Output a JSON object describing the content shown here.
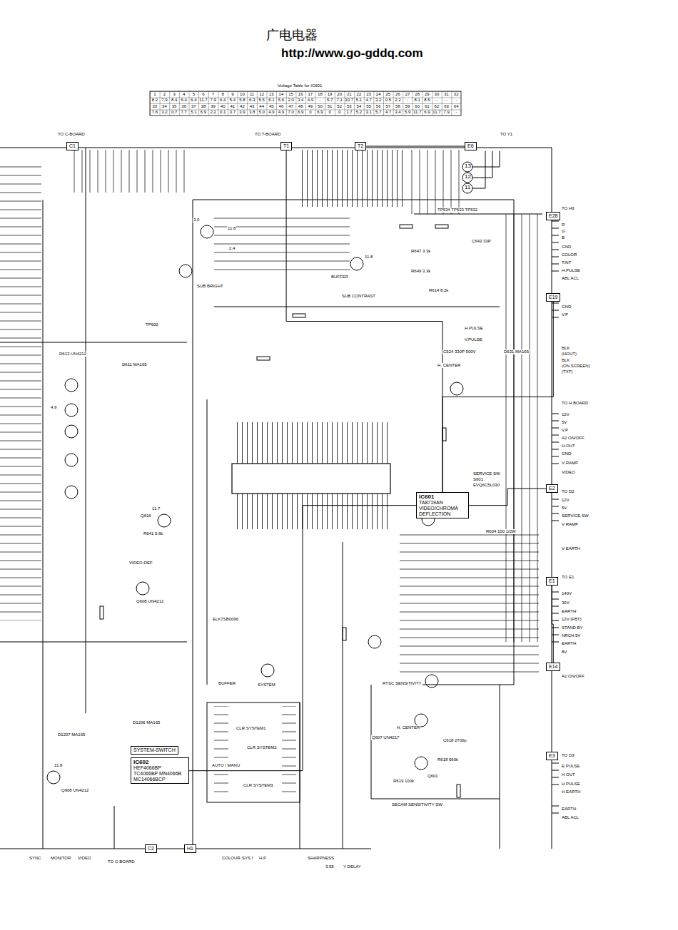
{
  "diagram": {
    "nodes": [
      {
        "text": [
          "IC601",
          "TA8719AN",
          "VIDEO/CHROMA DEFLECTION"
        ]
      },
      {
        "text": [
          "SYSTEM-SWITCH"
        ]
      },
      {
        "text": [
          "IC602",
          "HEF4066BP TC4066BP MN4066B MC14066BCP"
        ]
      },
      {
        "text": [
          "C1"
        ]
      },
      {
        "text": [
          "T1"
        ]
      },
      {
        "text": [
          "T2"
        ]
      },
      {
        "text": [
          "E6"
        ]
      },
      {
        "text": [
          "E28"
        ]
      },
      {
        "text": [
          "E19"
        ]
      },
      {
        "text": [
          "E2"
        ]
      },
      {
        "text": [
          "E1"
        ]
      },
      {
        "text": [
          "E14"
        ]
      },
      {
        "text": [
          "E3"
        ]
      },
      {
        "text": [
          "C2"
        ]
      },
      {
        "text": [
          "H1"
        ]
      }
    ],
    "edges": [
      {
        "from": 0,
        "to": 9,
        "arrow": "none"
      },
      {
        "from": 0,
        "to": 8,
        "arrow": "none"
      },
      {
        "from": 2,
        "to": 0,
        "arrow": "none"
      },
      {
        "from": 4,
        "to": 0,
        "arrow": "none"
      },
      {
        "from": 10,
        "to": 11,
        "arrow": "none"
      },
      {
        "from": 5,
        "to": 6,
        "arrow": "none"
      }
    ],
    "labels": [
      "广电电器",
      "http://www.go-gddq.com",
      "Voltage Table for IC601",
      "TO C-BOARD",
      "TO T-BOARD",
      "TO Y1",
      "13",
      "12",
      "11",
      "TO H3",
      "R",
      "G",
      "B",
      "GND",
      "COLOR",
      "TINT",
      "H.PULSE",
      "ABL ACL",
      "GND",
      "V.P",
      "BLK",
      "(HOUT)",
      "BLK",
      "(ON SCREEN)",
      "(TXT)",
      "TO H BOARD",
      "12V",
      "5V",
      "V.P",
      "A2 ON/OFF",
      "H.OUT",
      "GND",
      "V RAMP",
      "VIDEO",
      "TO D2",
      "12V",
      "5V",
      "SERVICE SW",
      "V RAMP",
      "V EARTH",
      "TO E1",
      "140V",
      "30V",
      "EARTH",
      "12V (FBT)",
      "STAND BY",
      "NRCH 5V",
      "EARTH",
      "8V",
      "A2 ON/OFF",
      "TO D3",
      "E PULSE",
      "H OUT",
      "H PULSE",
      "H EARTH",
      "EARTH",
      "ABL ACL",
      "SUB BRIGHT",
      "SUB CONTRAST",
      "H.PULSE",
      "V.PULSE",
      "BUFFER",
      "SERVICE SW",
      "S601",
      "EVQ6C5L030",
      "H. CENTER",
      "RTSC SENSITIVITY",
      "H. CENTER",
      "SECAM SENSITIVITY SW",
      "VIDEO-DEF",
      "BUFFER",
      "SYSTEM",
      "CLR SYSTEM1",
      "CLR SYSTEM2",
      "CLR SYSTEM3",
      "AUTO / MANU",
      "Q607 UN4217",
      "Q601",
      "R619 100k",
      "R618 560k",
      "C618 2700p",
      "R614 8.2k",
      "C524 330P 500V",
      "D631 MA165",
      "TP534 TP533 TP532",
      "R647 3.3k",
      "R649 3.3k",
      "C643 33P",
      "TP602",
      "D611 MA165",
      "D613 UN4212",
      "11.7",
      "Q616",
      "R641 5.6k",
      "Q608 UN4212",
      "11.8",
      "11.8",
      "2.4",
      "3.0",
      "4.9",
      "SHARPNESS",
      "COLOUR",
      "SYS I",
      "H.P",
      "TO C-BOARD",
      "VIDEO",
      "MONITOR",
      "SYNC",
      "3.58",
      "Y DELAY",
      "11.8",
      "Q908 UN4212",
      "D1207 MA165",
      "D1206 MA165",
      "R604 100 1/2W",
      "ELK7SB0096",
      "1",
      "2",
      "3",
      "4",
      "5",
      "6",
      "7",
      "8",
      "9",
      "10",
      "11",
      "12",
      "13",
      "14",
      "15",
      "16",
      "17",
      "18",
      "19",
      "20",
      "21",
      "22",
      "23",
      "24",
      "25",
      "26",
      "27",
      "28",
      "29",
      "30",
      "31",
      "32",
      "8.2",
      "7.9",
      "8.4",
      "6.4",
      "6.4",
      "11.7",
      "7.9",
      "6.4",
      "5.4",
      "5.8",
      "6.3",
      "5.5",
      "6.1",
      "5.6",
      "2.0",
      "3.4",
      "4.9",
      "-",
      "5.7",
      "7.1",
      "10.7",
      "5.1",
      "4.7",
      "3.2",
      "0.5",
      "2.2",
      "-",
      "8.1",
      "8.5",
      "-",
      "-",
      "-",
      "33",
      "34",
      "35",
      "36",
      "37",
      "38",
      "39",
      "40",
      "41",
      "42",
      "43",
      "44",
      "45",
      "46",
      "47",
      "48",
      "49",
      "50",
      "51",
      "52",
      "53",
      "54",
      "55",
      "56",
      "57",
      "58",
      "59",
      "60",
      "61",
      "62",
      "63",
      "64",
      "7.6",
      "3.2",
      "0.7",
      "7.7",
      "5.1",
      "6.9",
      "2.2",
      "0.1",
      "3.7",
      "3.9",
      "3.8",
      "5.0",
      "4.9",
      "4.9",
      "7.0",
      "6.9",
      "0",
      "6.9",
      "0",
      "0",
      "1.7",
      "5.2",
      "3.1",
      "5.7",
      "4.7",
      "3.4",
      "5.9",
      "11.7",
      "6.9",
      "11.7",
      "7.9",
      "-"
    ]
  }
}
